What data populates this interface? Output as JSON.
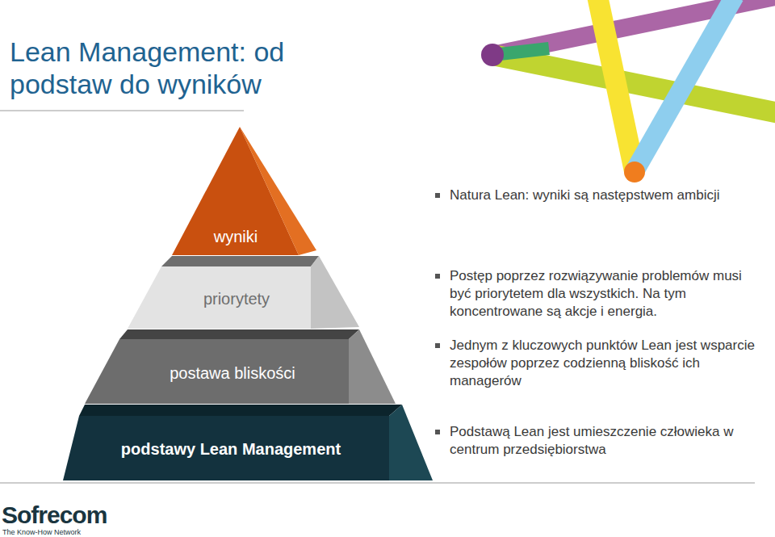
{
  "diagram": {
    "title": "Lean Management: od podstaw do wyników",
    "nodes": [
      {
        "text": [
          "wyniki"
        ]
      },
      {
        "text": [
          "priorytety"
        ]
      },
      {
        "text": [
          "postawa bliskości"
        ]
      },
      {
        "text": [
          "podstawy Lean Management"
        ]
      }
    ],
    "labels": [
      "Natura Lean: wyniki są następstwem ambicji",
      "Postęp poprzez rozwiązywanie problemów musi być priorytetem dla wszystkich. Na tym koncentrowane są akcje i energia.",
      "Jednym z kluczowych punktów Lean jest wsparcie zespołów poprzez codzienną bliskość ich managerów",
      "Podstawą Lean jest umieszczenie człowieka w centrum przedsiębiorstwa",
      "Sofrecom",
      "The Know-How Network"
    ]
  }
}
